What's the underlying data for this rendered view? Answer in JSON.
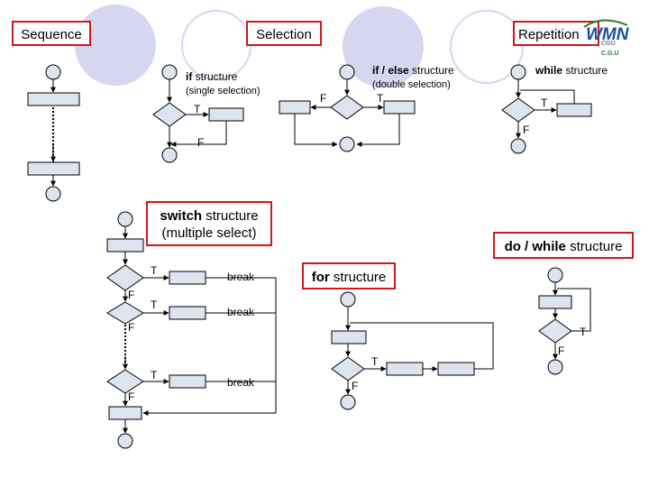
{
  "sections": {
    "sequence": "Sequence",
    "selection": "Selection",
    "repetition": "Repetition"
  },
  "if_structure": {
    "keyword": "if",
    "suffix": " structure",
    "subtitle": "(single selection)",
    "true_label": "T",
    "false_label": "F"
  },
  "if_else_structure": {
    "keyword": "if / else",
    "suffix": " structure",
    "subtitle": "(double selection)",
    "true_label": "T",
    "false_label": "F"
  },
  "while_structure": {
    "keyword": "while",
    "suffix": " structure",
    "true_label": "T",
    "false_label": "F"
  },
  "switch_structure": {
    "keyword": "switch",
    "suffix": "  structure",
    "subtitle": "(multiple select)",
    "true_label": "T",
    "false_label": "F",
    "break_label": "break"
  },
  "for_structure": {
    "keyword": "for",
    "suffix": " structure",
    "true_label": "T",
    "false_label": "F"
  },
  "do_while_structure": {
    "keyword": "do / while",
    "suffix": " structure",
    "true_label": "T",
    "false_label": "F"
  },
  "logo": {
    "text": "WMN",
    "sub1": "CGU",
    "sub2": "C.G.U"
  },
  "colors": {
    "frame_red": "#d01818",
    "shape_fill": "#dde4ee",
    "decoration": "#d6d6f0"
  }
}
